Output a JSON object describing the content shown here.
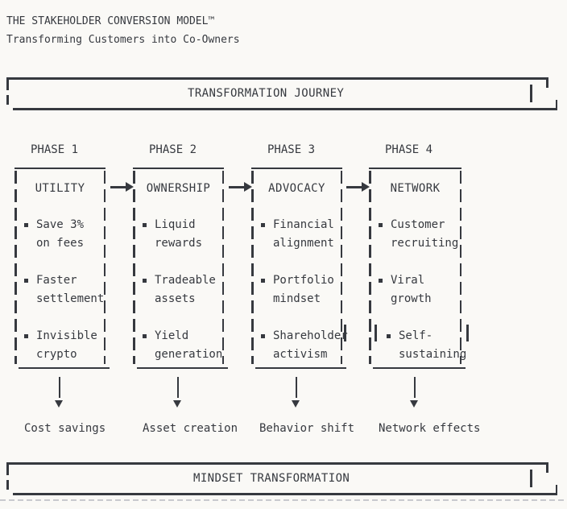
{
  "header": {
    "title": "THE STAKEHOLDER CONVERSION MODEL™",
    "subtitle": "Transforming Customers into Co-Owners"
  },
  "banners": {
    "top": "TRANSFORMATION JOURNEY",
    "bottom": "MINDSET TRANSFORMATION"
  },
  "phases": [
    {
      "label": "PHASE 1",
      "title": "UTILITY",
      "bullets": [
        [
          "Save 3%",
          "on fees"
        ],
        [
          "Faster",
          "settlement"
        ],
        [
          "Invisible",
          "crypto"
        ]
      ],
      "outcome": "Cost savings"
    },
    {
      "label": "PHASE 2",
      "title": "OWNERSHIP",
      "bullets": [
        [
          "Liquid",
          "rewards"
        ],
        [
          "Tradeable",
          "assets"
        ],
        [
          "Yield",
          "generation"
        ]
      ],
      "outcome": "Asset creation"
    },
    {
      "label": "PHASE 3",
      "title": "ADVOCACY",
      "bullets": [
        [
          "Financial",
          "alignment"
        ],
        [
          "Portfolio",
          "mindset"
        ],
        [
          "Shareholder",
          "activism"
        ]
      ],
      "outcome": "Behavior shift"
    },
    {
      "label": "PHASE 4",
      "title": "NETWORK",
      "bullets": [
        [
          "Customer",
          "recruiting"
        ],
        [
          "Viral",
          "growth"
        ],
        [
          "Self-",
          "sustaining"
        ]
      ],
      "outcome": "Network effects"
    }
  ],
  "colors": {
    "background": "#faf9f6",
    "ink": "#36393f",
    "faint_line": "#c8c9ce"
  }
}
